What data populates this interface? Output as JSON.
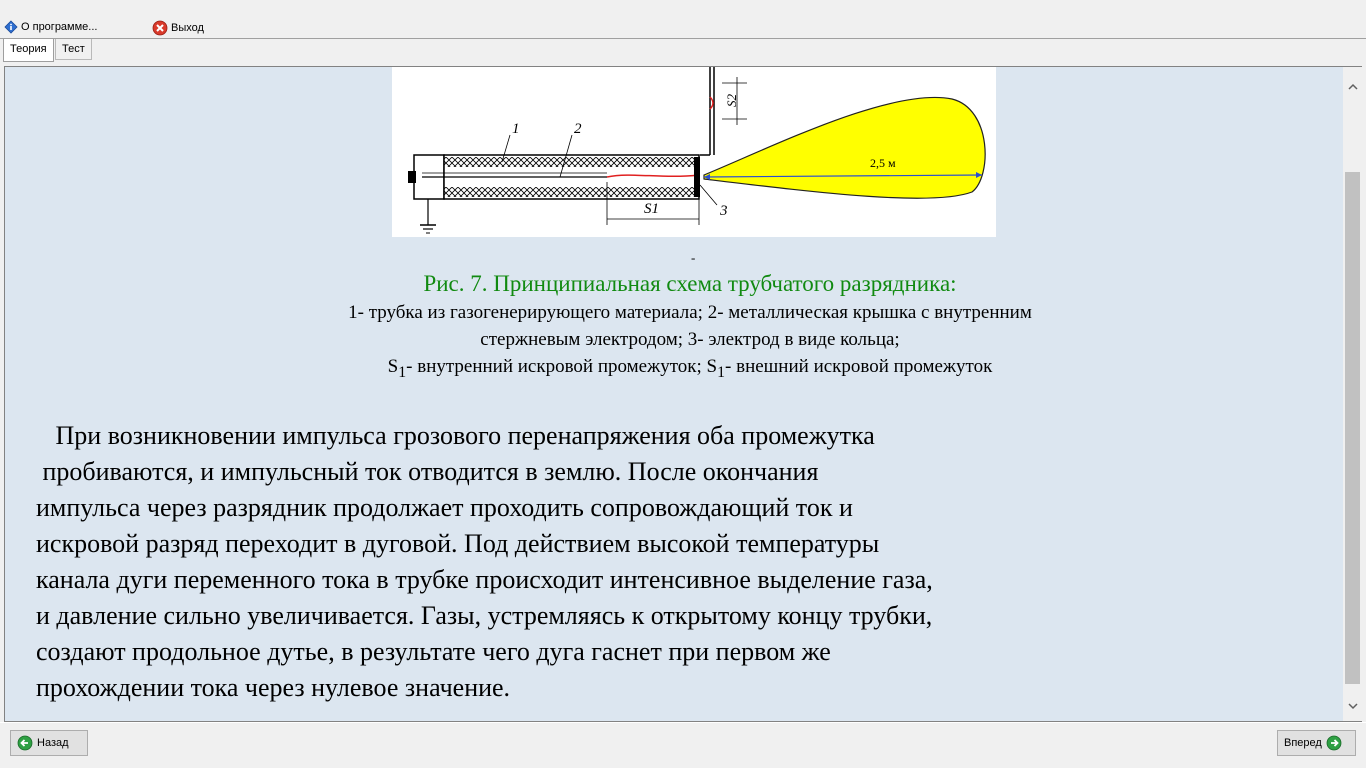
{
  "menu": {
    "about_label": "О программе...",
    "exit_label": "Выход"
  },
  "tabs": [
    {
      "label": "Теория",
      "active": true
    },
    {
      "label": "Тест",
      "active": false
    }
  ],
  "figure": {
    "label_1": "1",
    "label_2": "2",
    "label_3": "3",
    "label_s1": "S1",
    "label_s2": "S2",
    "distance": "2,5 м",
    "separator": "-"
  },
  "caption": {
    "title": "Рис. 7. Принципиальная схема трубчатого разрядника:",
    "line1": "1- трубка из газогенерирующего материала; 2- металлическая крышка с внутренним",
    "line2": "стержневым электродом; 3- электрод в виде кольца;",
    "line3_s": "S",
    "line3_sub1": "1",
    "line3_mid": "- внутренний искровой промежуток; S",
    "line3_sub2": "1",
    "line3_end": "- внешний искровой промежуток"
  },
  "paragraph": [
    "   При возникновении импульса грозового перенапряжения оба промежутка",
    " пробиваются, и импульсный ток отводится в землю. После окончания",
    "импульса через разрядник продолжает проходить сопровождающий ток и",
    "искровой разряд переходит в дуговой. Под действием высокой температуры",
    "канала дуги переменного тока в трубке происходит интенсивное выделение газа,",
    "и давление сильно увеличивается. Газы, устремляясь к открытому концу трубки,",
    "создают продольное дутье, в результате чего дуга гаснет при первом же",
    "прохождении тока через нулевое значение."
  ],
  "nav": {
    "back_label": "Назад",
    "forward_label": "Вперед"
  },
  "colors": {
    "caption_title": "#118a11",
    "content_bg": "#dce6f0",
    "flame": "#ffff00",
    "nav_icon": "#2ea043",
    "exit_icon": "#d93a2b"
  },
  "icons": {
    "about": "info-icon",
    "exit": "exit-icon",
    "back": "arrow-left-icon",
    "forward": "arrow-right-icon"
  }
}
